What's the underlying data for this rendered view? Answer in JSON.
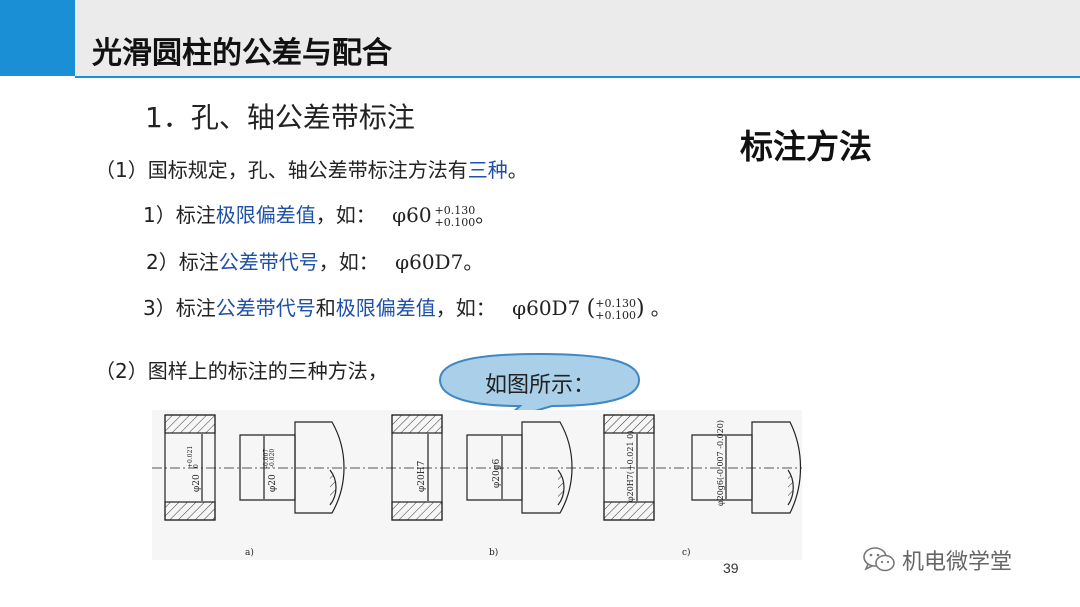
{
  "title": "光滑圆柱的公差与配合",
  "section_title": "1．孔、轴公差带标注",
  "method_heading": "标注方法",
  "item1": {
    "prefix": "（1）国标规定，孔、轴公差带标注方法有",
    "highlight": "三种",
    "suffix": "。"
  },
  "sub1": {
    "prefix": "1）标注",
    "highlight": "极限偏差值",
    "mid": "，如：",
    "value": "φ60",
    "upper": "+0.130",
    "lower": "+0.100",
    "end": "。"
  },
  "sub2": {
    "prefix": "2）标注",
    "highlight": "公差带代号",
    "mid": "，如：",
    "value": "φ60D7",
    "end": "。"
  },
  "sub3": {
    "prefix": "3）标注",
    "highlight1": "公差带代号",
    "and": "和",
    "highlight2": "极限偏差值",
    "mid": "，如：",
    "value": "φ60D7",
    "upper": "+0.130",
    "lower": "+0.100",
    "end": "。"
  },
  "item2": "（2）图样上的标注的三种方法，",
  "callout": "如图所示：",
  "figure": {
    "a": {
      "hole_dim": "φ20",
      "hole_upper": "+0.021",
      "hole_lower": "0",
      "shaft_dim": "φ20",
      "shaft_upper": "-0.007",
      "shaft_lower": "-0.020",
      "caption": "a)"
    },
    "b": {
      "hole_dim": "φ20H7",
      "shaft_dim": "φ20g6",
      "caption": "b)"
    },
    "c": {
      "hole_dim": "φ20H7(+0.021 0)",
      "shaft_dim": "φ20g6(-0.007 -0.020)",
      "caption": "c)"
    }
  },
  "page_number": "39",
  "watermark": "机电微学堂",
  "colors": {
    "accent": "#1a8fd6",
    "highlight": "#1f50a8",
    "callout_fill": "#a9cfe9",
    "callout_stroke": "#3f88c4"
  },
  "icons": {
    "watermark": "wechat-icon"
  }
}
